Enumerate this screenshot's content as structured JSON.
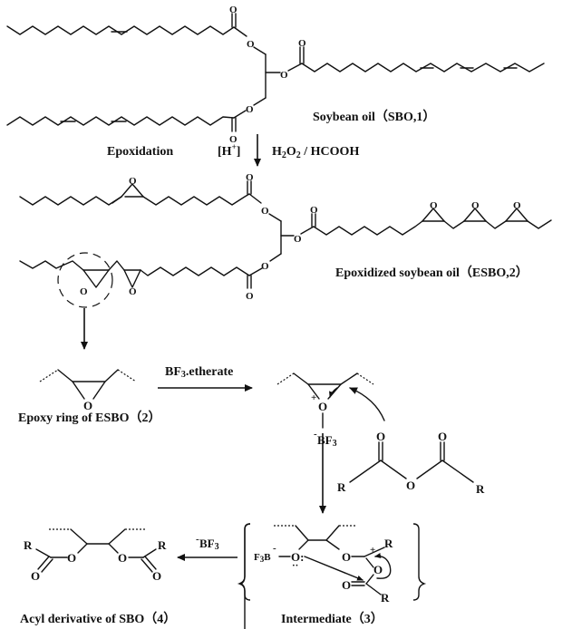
{
  "figure": {
    "compounds": {
      "sbo": {
        "label": "Soybean oil（SBO,1）"
      },
      "esbo": {
        "label": "Epoxidized soybean oil（ESBO,2）"
      },
      "epoxy_ring": {
        "label": "Epoxy ring of ESBO（2）"
      },
      "intermediate": {
        "label": "Intermediate（3）"
      },
      "acyl_derivative": {
        "label": "Acyl derivative of SBO（4）"
      }
    },
    "steps": {
      "epoxidation": {
        "name": "Epoxidation",
        "catalyst": "[H+]",
        "reagents": "H2O2 / HCOOH"
      },
      "activation": {
        "reagent": "BF3.etherate"
      },
      "elimination": {
        "leaving": "-BF3"
      }
    },
    "atoms": {
      "oxygen": "O",
      "r_group": "R",
      "bf3": "BF3",
      "f3b": "F3B",
      "plus": "+",
      "minus": "-"
    }
  }
}
